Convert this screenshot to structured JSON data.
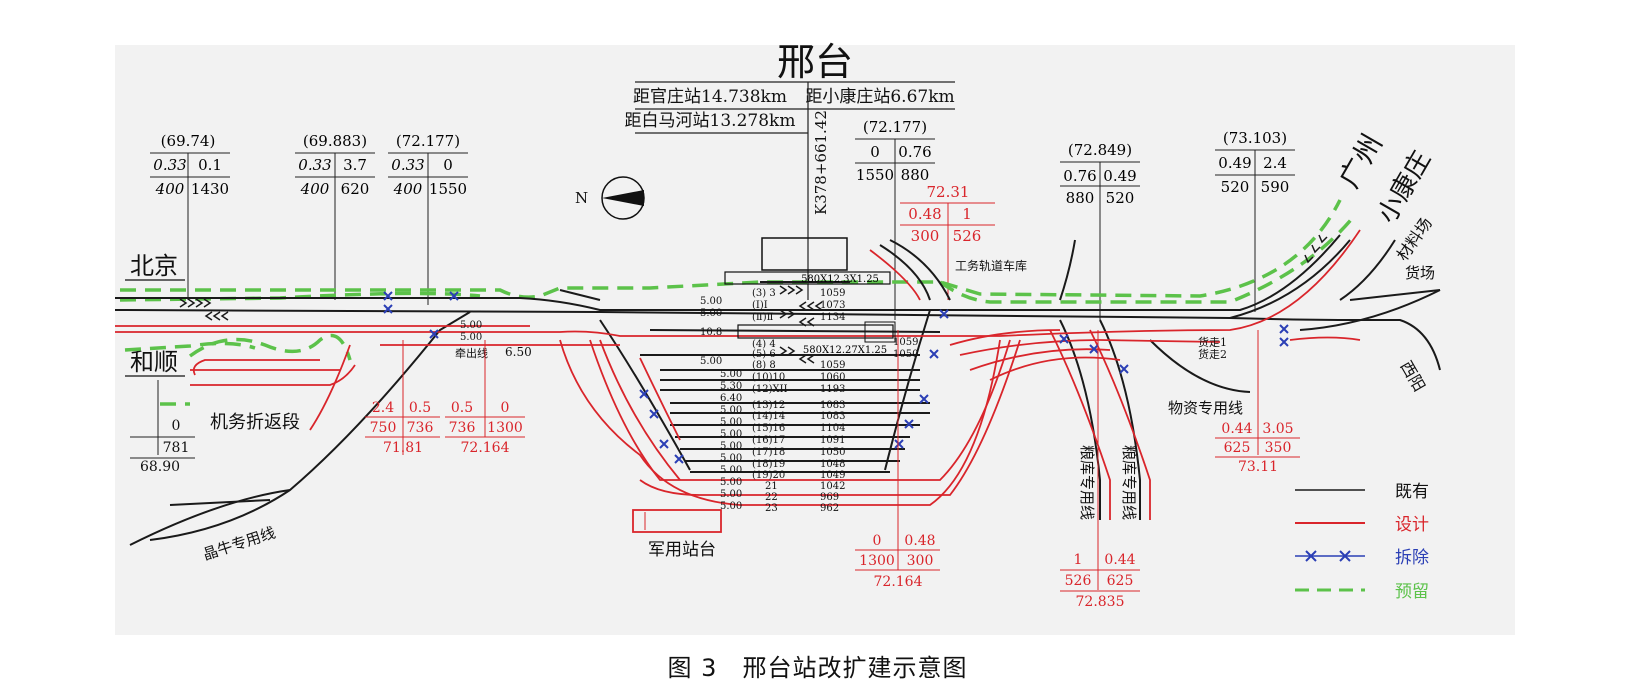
{
  "station": {
    "name": "邢台",
    "km_mark": "K378+661.42",
    "dist_guanzhuang": "距官庄站14.738km",
    "dist_baimahe": "距白马河站13.278km",
    "dist_xiaokangzhuang": "距小康庄站6.67km",
    "north": "N"
  },
  "directions": {
    "beijing": "北京",
    "heshun": "和顺",
    "guangzhou": "广州",
    "xiaokangzhuang": "小康庄",
    "xiyang": "西阳",
    "material_yard": "材料场",
    "freight_yard": "货场"
  },
  "facilities": {
    "loco_turnback": "机务折返段",
    "jingniu_siding": "晶牛专用线",
    "military_platform": "军用站台",
    "maint_shed": "工务轨道车库",
    "materials_siding": "物资专用线",
    "depot_siding1": "粮库专用线",
    "depot_siding2": "粮库专用线",
    "pull_out": "牵出线",
    "freight1": "货走1",
    "freight2": "货走2"
  },
  "platforms": {
    "p1": "580X12.3X1.25",
    "p2": "580X12.27X1.25"
  },
  "tracks": [
    {
      "sep": "5.00",
      "label": "(3) 3",
      "len": "1059"
    },
    {
      "sep": "5.00",
      "label": "(Ⅰ)Ⅰ",
      "len": "1073"
    },
    {
      "sep": "",
      "label": "(Ⅱ)Ⅱ",
      "len": "1134"
    },
    {
      "sep": "10.8",
      "label": "(4) 4",
      "len": "1059"
    },
    {
      "sep": "5.00",
      "label": "(5) 6",
      "len": "1050"
    },
    {
      "sep": "",
      "label": "(8) 8",
      "len": "1059"
    },
    {
      "sep": "5.00",
      "label": "(10)10",
      "len": "1060"
    },
    {
      "sep": "5.30",
      "label": "(12)XII",
      "len": "1193"
    },
    {
      "sep": "6.40",
      "label": "(13)12",
      "len": "1083"
    },
    {
      "sep": "5.00",
      "label": "(14)14",
      "len": "1083"
    },
    {
      "sep": "5.00",
      "label": "(15)16",
      "len": "1104"
    },
    {
      "sep": "5.00",
      "label": "(16)17",
      "len": "1091"
    },
    {
      "sep": "5.00",
      "label": "(17)18",
      "len": "1050"
    },
    {
      "sep": "5.00",
      "label": "(18)19",
      "len": "1048"
    },
    {
      "sep": "5.00",
      "label": "(19)20",
      "len": "1049"
    },
    {
      "sep": "5.00",
      "label": "21",
      "len": "1042"
    },
    {
      "sep": "5.00",
      "label": "22",
      "len": "969"
    },
    {
      "sep": "5.00",
      "label": "23",
      "len": "962"
    }
  ],
  "separations": {
    "pull_left_a": "5.00",
    "pull_left_b": "5.00",
    "pull_out_gap": "6.50"
  },
  "profiles_top": [
    {
      "km": "(69.74)",
      "g1": "0.33",
      "g2": "0.1",
      "l1": "400",
      "l2": "1430"
    },
    {
      "km": "(69.883)",
      "g1": "0.33",
      "g2": "3.7",
      "l1": "400",
      "l2": "620"
    },
    {
      "km": "(72.177)",
      "g1": "0.33",
      "g2": "0",
      "l1": "400",
      "l2": "1550"
    },
    {
      "km": "(72.177)",
      "g1": "0",
      "g2": "0.76",
      "l1": "1550",
      "l2": "880"
    },
    {
      "km": "(72.849)",
      "g1": "0.76",
      "g2": "0.49",
      "l1": "880",
      "l2": "520"
    },
    {
      "km": "(73.103)",
      "g1": "0.49",
      "g2": "2.4",
      "l1": "520",
      "l2": "590"
    }
  ],
  "profile_red_top": {
    "km": "72.31",
    "g1": "0.48",
    "g2": "1",
    "l1": "300",
    "l2": "526"
  },
  "profiles_bottom": {
    "heshun": {
      "g": "0",
      "l": "781",
      "km": "68.90"
    },
    "red_a": {
      "g1": "2.4",
      "g2": "0.5",
      "l1": "750",
      "l2": "736",
      "km": "71.81"
    },
    "red_b": {
      "g1": "0.5",
      "g2": "0",
      "l1": "736",
      "l2": "1300",
      "km": "72.164"
    },
    "red_c": {
      "g1": "0",
      "g2": "0.48",
      "l1": "1300",
      "l2": "300",
      "km": "72.164"
    },
    "red_d": {
      "g1": "1",
      "g2": "0.44",
      "l1": "526",
      "l2": "625",
      "km": "72.835"
    },
    "red_e": {
      "g1": "0.44",
      "g2": "3.05",
      "l1": "625",
      "l2": "350",
      "km": "73.11"
    }
  },
  "legend": {
    "existing": "既有",
    "design": "设计",
    "removed": "拆除",
    "reserved": "预留"
  },
  "colors": {
    "existing": "#1a1a1a",
    "design": "#d9252b",
    "removed": "#2b3fb5",
    "reserved": "#5cc24a"
  },
  "caption": "图 3　邢台站改扩建示意图"
}
